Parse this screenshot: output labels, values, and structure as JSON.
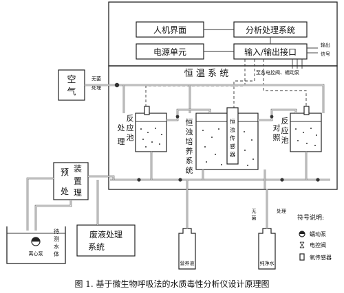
{
  "labels": {
    "hmi": "人机界面",
    "analysis": "分析处理系统",
    "power": "电源单元",
    "io": "输入/输出接口",
    "output": "输出",
    "signal": "信号",
    "thermostat": "恒 温 系 统",
    "to_pump": "至各电控阀、蠕动泵",
    "air_1": "空",
    "air_2": "气",
    "sterile_1": "无菌",
    "sterile_2": "处理",
    "reaction_left_1": "反",
    "reaction_left_2": "应",
    "reaction_left_3": "池",
    "process_1": "处",
    "process_2": "理",
    "culture_1": "恒",
    "culture_2": "浊",
    "culture_3": "培",
    "culture_4": "养",
    "culture_5": "系",
    "culture_6": "统",
    "sensor_1": "恒",
    "sensor_2": "浊",
    "sensor_3": "传",
    "sensor_4": "感",
    "sensor_5": "器",
    "control_1": "对",
    "control_2": "照",
    "control_3": "反",
    "control_4": "应",
    "control_5": "池",
    "pre_1": "预",
    "pre_2": "装",
    "pre_3": "处",
    "pre_4": "置",
    "pre_5": "理",
    "waste": "废液处理",
    "system": "系统",
    "sample_1": "待",
    "sample_2": "测",
    "sample_3": "水",
    "sample_4": "体",
    "centrifugal": "离心泵",
    "nutrient": "营养液",
    "pure_water": "纯净水",
    "sterile_bottom_1": "无",
    "sterile_bottom_2": "菌",
    "sterile_bottom_3": "处理",
    "legend_title": "符号说明:",
    "legend_pump": "蠕动泵",
    "legend_valve": "电控阀",
    "legend_sensor": "氧传感器",
    "caption": "图 1. 基于微生物呼吸法的水质毒性分析仪设计原理图"
  }
}
